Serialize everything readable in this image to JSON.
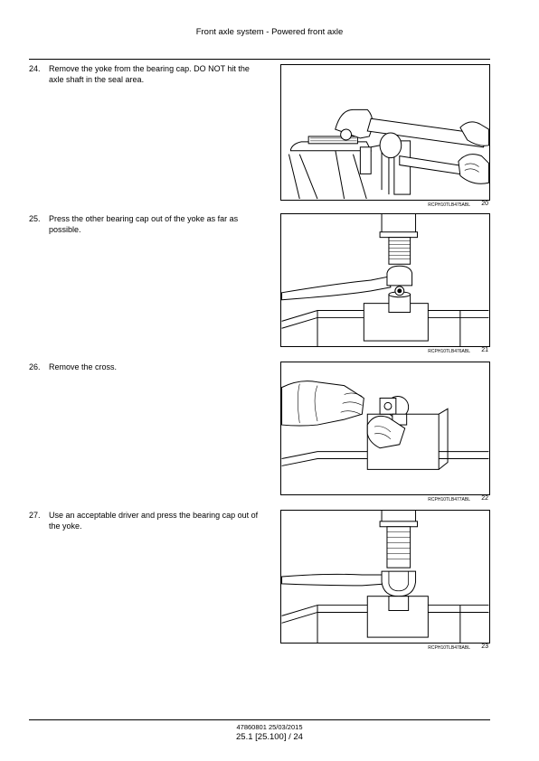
{
  "header": {
    "title": "Front axle system - Powered front axle"
  },
  "steps": [
    {
      "number": "24.",
      "text": "Remove the yoke from the bearing cap. DO NOT hit the axle shaft in the seal area.",
      "figure_ref": "RCPH10TLB475ABL",
      "figure_number": "20",
      "illustration": "yoke-removal-illustration"
    },
    {
      "number": "25.",
      "text": "Press the other bearing cap out of the yoke as far as possible.",
      "figure_ref": "RCPH10TLB476ABL",
      "figure_number": "21",
      "illustration": "press-bearing-cap-illustration"
    },
    {
      "number": "26.",
      "text": "Remove the cross.",
      "figure_ref": "RCPH10TLB477ABL",
      "figure_number": "22",
      "illustration": "remove-cross-illustration"
    },
    {
      "number": "27.",
      "text": "Use an acceptable driver and press the bearing cap out of the yoke.",
      "figure_ref": "RCPH10TLB478ABL",
      "figure_number": "23",
      "illustration": "driver-press-illustration"
    }
  ],
  "footer": {
    "doc_id": "47860801 25/03/2015",
    "page": "25.1 [25.100] / 24"
  }
}
